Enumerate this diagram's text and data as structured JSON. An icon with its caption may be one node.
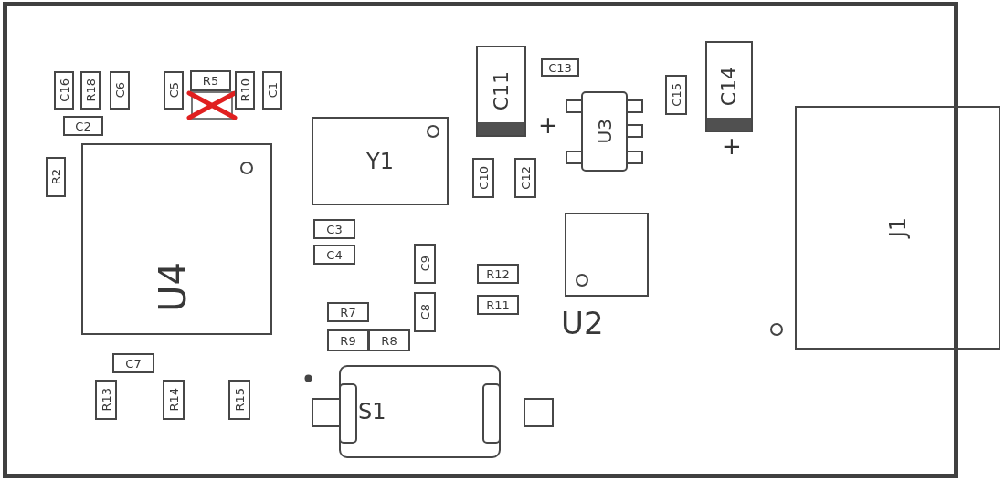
{
  "diagram": {
    "nodes": [
      {
        "text": [
          "C16"
        ]
      },
      {
        "text": [
          "R18"
        ]
      },
      {
        "text": [
          "C6"
        ]
      },
      {
        "text": [
          "C5"
        ]
      },
      {
        "text": [
          "R5"
        ]
      },
      {
        "text": [
          "R10"
        ]
      },
      {
        "text": [
          "C1"
        ]
      },
      {
        "text": [
          "C11"
        ]
      },
      {
        "text": [
          "C13"
        ]
      },
      {
        "text": [
          "C14"
        ]
      },
      {
        "text": [
          "U3"
        ]
      },
      {
        "text": [
          "C15"
        ]
      },
      {
        "text": [
          "C2"
        ]
      },
      {
        "text": [
          "Y1"
        ]
      },
      {
        "text": [
          "U4"
        ]
      },
      {
        "text": [
          "R2"
        ]
      },
      {
        "text": [
          "C10"
        ]
      },
      {
        "text": [
          "C12"
        ]
      },
      {
        "text": [
          "J1"
        ]
      },
      {
        "text": [
          "C3"
        ]
      },
      {
        "text": [
          "U2"
        ]
      },
      {
        "text": [
          "C4"
        ]
      },
      {
        "text": [
          "C9"
        ]
      },
      {
        "text": [
          "R12"
        ]
      },
      {
        "text": [
          "R11"
        ]
      },
      {
        "text": [
          "R7"
        ]
      },
      {
        "text": [
          "C8"
        ]
      },
      {
        "text": [
          "R9"
        ]
      },
      {
        "text": [
          "R8"
        ]
      },
      {
        "text": [
          "C7"
        ]
      },
      {
        "text": [
          "R13"
        ]
      },
      {
        "text": [
          "R14"
        ]
      },
      {
        "text": [
          "S1"
        ]
      },
      {
        "text": [
          "R15"
        ]
      }
    ],
    "edges": [],
    "labels": [
      "+",
      "+"
    ]
  }
}
